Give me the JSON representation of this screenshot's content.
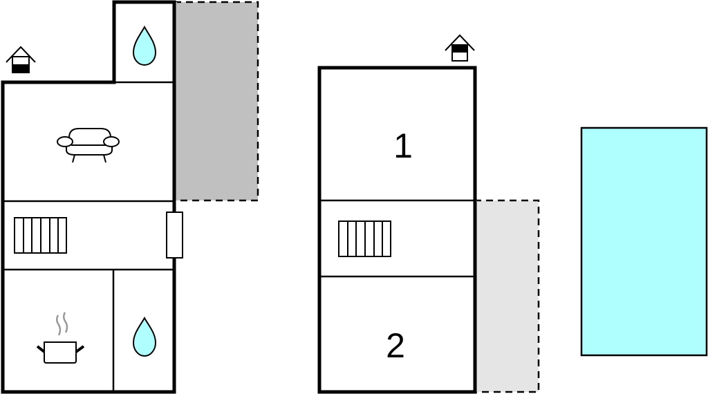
{
  "colors": {
    "wall": "#000000",
    "terrace_dark": "#c0c0c0",
    "terrace_light": "#e5e5e5",
    "pool": "#b0ffff",
    "water_drop": "#b0ffff",
    "steam": "#999999"
  },
  "ground_floor": {
    "entrance_icon": "house-entrance-icon",
    "rooms": [
      {
        "name": "bathroom-top",
        "icon": "water-drop-icon"
      },
      {
        "name": "living-room",
        "icon": "sofa-icon"
      },
      {
        "name": "hallway",
        "icon": "staircase-icon"
      },
      {
        "name": "kitchen",
        "icon": "cooking-pot-icon"
      },
      {
        "name": "bathroom-bottom",
        "icon": "water-drop-icon"
      }
    ],
    "door_element": "door-icon",
    "terrace": "covered-terrace"
  },
  "upper_floor": {
    "entrance_icon": "house-entrance-icon",
    "rooms": [
      {
        "name": "bedroom-1",
        "label": "1"
      },
      {
        "name": "stair-landing",
        "icon": "staircase-icon"
      },
      {
        "name": "bedroom-2",
        "label": "2"
      }
    ],
    "terrace": "balcony"
  },
  "pool": {
    "name": "swimming-pool"
  }
}
